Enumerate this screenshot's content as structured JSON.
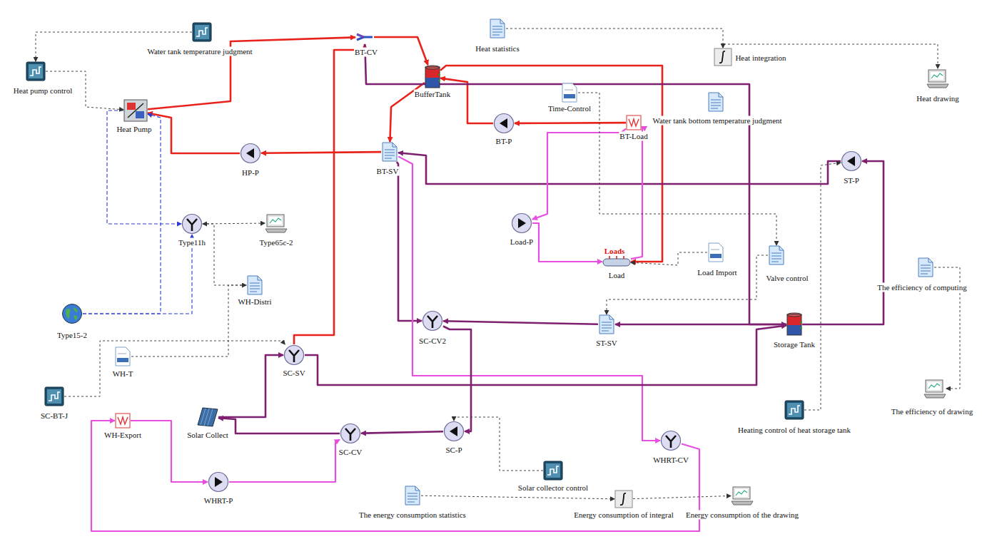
{
  "diagram": {
    "nodes": [
      {
        "text": [
          "Water tank temperature judgment"
        ]
      },
      {
        "text": [
          "Heat statistics"
        ]
      },
      {
        "text": [
          "BT-CV"
        ]
      },
      {
        "text": [
          "BufferTank"
        ]
      },
      {
        "text": [
          "Heat integration"
        ]
      },
      {
        "text": [
          "Heat pump control"
        ]
      },
      {
        "text": [
          "Heat Pump"
        ]
      },
      {
        "text": [
          "Time-Control"
        ]
      },
      {
        "text": [
          "Heat drawing"
        ]
      },
      {
        "text": [
          "Water tank bottom temperature judgment"
        ]
      },
      {
        "text": [
          "BT-P"
        ]
      },
      {
        "text": [
          "BT-Load"
        ]
      },
      {
        "text": [
          "HP-P"
        ]
      },
      {
        "text": [
          "BT-SV"
        ]
      },
      {
        "text": [
          "ST-P"
        ]
      },
      {
        "text": [
          "Load-P"
        ]
      },
      {
        "text": [
          "Type11h"
        ]
      },
      {
        "text": [
          "Type65c-2"
        ]
      },
      {
        "text": [
          "Loads",
          "Load"
        ]
      },
      {
        "text": [
          "Load Import"
        ]
      },
      {
        "text": [
          "Valve control"
        ]
      },
      {
        "text": [
          "The efficiency of computing"
        ]
      },
      {
        "text": [
          "WH-Distri"
        ]
      },
      {
        "text": [
          "Type15-2"
        ]
      },
      {
        "text": [
          "SC-CV2"
        ]
      },
      {
        "text": [
          "ST-SV"
        ]
      },
      {
        "text": [
          "Storage Tank"
        ]
      },
      {
        "text": [
          "WH-T"
        ]
      },
      {
        "text": [
          "SC-SV"
        ]
      },
      {
        "text": [
          "SC-BT-J"
        ]
      },
      {
        "text": [
          "WH-Export"
        ]
      },
      {
        "text": [
          "Solar Collect"
        ]
      },
      {
        "text": [
          "SC-CV"
        ]
      },
      {
        "text": [
          "SC-P"
        ]
      },
      {
        "text": [
          "Heating control of heat storage tank"
        ]
      },
      {
        "text": [
          "The efficiency of drawing"
        ]
      },
      {
        "text": [
          "WHRT-CV"
        ]
      },
      {
        "text": [
          "Solar collector control"
        ]
      },
      {
        "text": [
          "WHRT-P"
        ]
      },
      {
        "text": [
          "The energy consumption statistics"
        ]
      },
      {
        "text": [
          "Energy consumption of integral"
        ]
      },
      {
        "text": [
          "Energy consumption of the drawing"
        ]
      }
    ],
    "edges": [
      {
        "from": 6,
        "to": 2,
        "arrow": "to"
      },
      {
        "from": 2,
        "to": 3,
        "arrow": "to"
      },
      {
        "from": 3,
        "to": 13,
        "arrow": "to"
      },
      {
        "from": 13,
        "to": 12,
        "arrow": "to"
      },
      {
        "from": 12,
        "to": 6,
        "arrow": "to"
      },
      {
        "from": 3,
        "to": 18,
        "arrow": "to"
      },
      {
        "from": 11,
        "to": 10,
        "arrow": "to"
      },
      {
        "from": 10,
        "to": 3,
        "arrow": "to"
      },
      {
        "from": 28,
        "to": 2,
        "arrow": "to"
      },
      {
        "from": 2,
        "to": 26,
        "arrow": "to"
      },
      {
        "from": 13,
        "to": 24,
        "arrow": "to"
      },
      {
        "from": 13,
        "to": 36,
        "arrow": "to"
      },
      {
        "from": 26,
        "to": 14,
        "arrow": "to"
      },
      {
        "from": 14,
        "to": 13,
        "arrow": "to"
      },
      {
        "from": 26,
        "to": 25,
        "arrow": "to"
      },
      {
        "from": 25,
        "to": 24,
        "arrow": "to"
      },
      {
        "from": 28,
        "to": 26,
        "arrow": "to"
      },
      {
        "from": 31,
        "to": 28,
        "arrow": "to"
      },
      {
        "from": 32,
        "to": 31,
        "arrow": "to"
      },
      {
        "from": 33,
        "to": 32,
        "arrow": "to"
      },
      {
        "from": 24,
        "to": 33,
        "arrow": "to"
      },
      {
        "from": 30,
        "to": 38,
        "arrow": "to"
      },
      {
        "from": 38,
        "to": 32,
        "arrow": "to"
      },
      {
        "from": 36,
        "to": 30,
        "arrow": "to"
      },
      {
        "from": 11,
        "to": 15,
        "arrow": "to"
      },
      {
        "from": 15,
        "to": 18,
        "arrow": "to"
      },
      {
        "from": 18,
        "to": 11,
        "arrow": "to"
      },
      {
        "from": 23,
        "to": 6,
        "arrow": "to"
      },
      {
        "from": 23,
        "to": 16,
        "arrow": "to"
      },
      {
        "from": 6,
        "to": 16,
        "arrow": "to"
      },
      {
        "from": 0,
        "to": 5,
        "arrow": "to"
      },
      {
        "from": 5,
        "to": 6,
        "arrow": "to"
      },
      {
        "from": 37,
        "to": 33,
        "arrow": "to"
      },
      {
        "from": 34,
        "to": 14,
        "arrow": "to"
      },
      {
        "from": 1,
        "to": 4,
        "arrow": "to"
      },
      {
        "from": 4,
        "to": 8,
        "arrow": "to"
      },
      {
        "from": 39,
        "to": 40,
        "arrow": "to"
      },
      {
        "from": 40,
        "to": 41,
        "arrow": "to"
      },
      {
        "from": 21,
        "to": 35,
        "arrow": "to"
      },
      {
        "from": 19,
        "to": 18,
        "arrow": "to"
      },
      {
        "from": 27,
        "to": 22,
        "arrow": "to"
      },
      {
        "from": 22,
        "to": 16,
        "arrow": "to"
      },
      {
        "from": 16,
        "to": 17,
        "arrow": "to"
      },
      {
        "from": 29,
        "to": 28,
        "arrow": "to"
      },
      {
        "from": 7,
        "to": 20,
        "arrow": "to"
      },
      {
        "from": 20,
        "to": 25,
        "arrow": "to"
      }
    ]
  }
}
